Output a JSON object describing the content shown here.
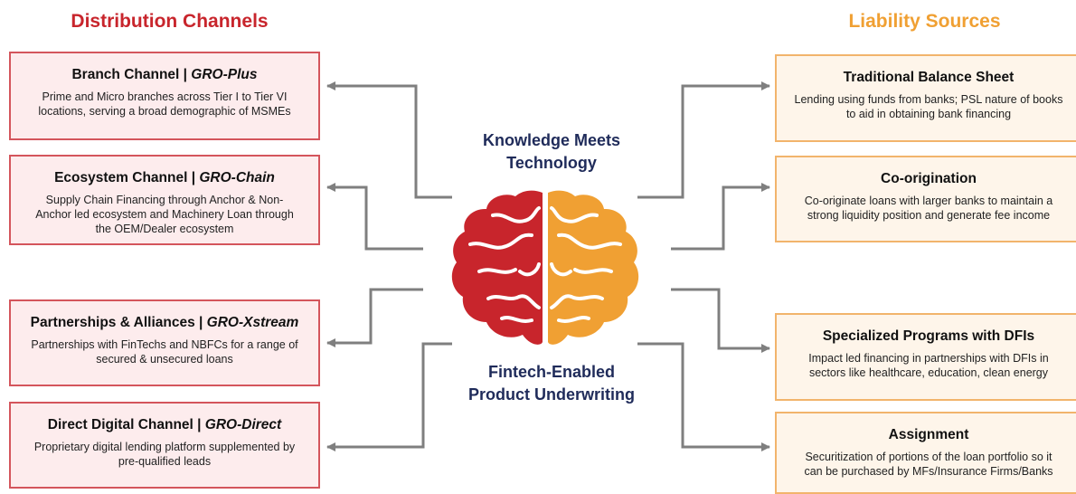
{
  "left_header": "Distribution Channels",
  "right_header": "Liability Sources",
  "center_top": [
    "Knowledge Meets",
    "Technology"
  ],
  "center_bottom": [
    "Fintech-Enabled",
    "Product Underwriting"
  ],
  "distribution_channels": [
    {
      "title": "Branch Channel | ",
      "brand": "GRO-Plus",
      "desc": [
        "Prime and Micro branches across Tier I to Tier VI",
        "locations, serving a broad demographic of MSMEs"
      ]
    },
    {
      "title": "Ecosystem Channel | ",
      "brand": "GRO-Chain",
      "desc": [
        "Supply Chain Financing through Anchor & Non-",
        "Anchor led ecosystem and Machinery Loan through",
        "the OEM/Dealer ecosystem"
      ]
    },
    {
      "title": "Partnerships & Alliances | ",
      "brand": "GRO-Xstream",
      "desc": [
        "Partnerships with FinTechs and NBFCs for a range of",
        "secured & unsecured loans"
      ]
    },
    {
      "title": "Direct Digital Channel | ",
      "brand": "GRO-Direct",
      "desc": [
        "Proprietary digital lending platform supplemented by",
        "pre-qualified leads"
      ]
    }
  ],
  "liability_sources": [
    {
      "title": "Traditional Balance Sheet",
      "desc": [
        "Lending using funds from banks; PSL nature of books",
        "to aid in obtaining bank financing"
      ]
    },
    {
      "title": "Co-origination",
      "desc": [
        "Co-originate loans with larger banks to maintain a",
        "strong liquidity position and generate fee income"
      ]
    },
    {
      "title": "Specialized Programs with DFIs",
      "desc": [
        "Impact led financing in partnerships with DFIs in",
        "sectors like healthcare, education, clean energy"
      ]
    },
    {
      "title": "Assignment",
      "desc": [
        "Securitization of portions of the loan portfolio so it",
        "can be purchased by MFs/Insurance Firms/Banks"
      ]
    }
  ],
  "colors": {
    "red": "#c8252c",
    "orange": "#f0a033",
    "navy": "#1f2b5a",
    "connector": "#7f7f7f"
  }
}
